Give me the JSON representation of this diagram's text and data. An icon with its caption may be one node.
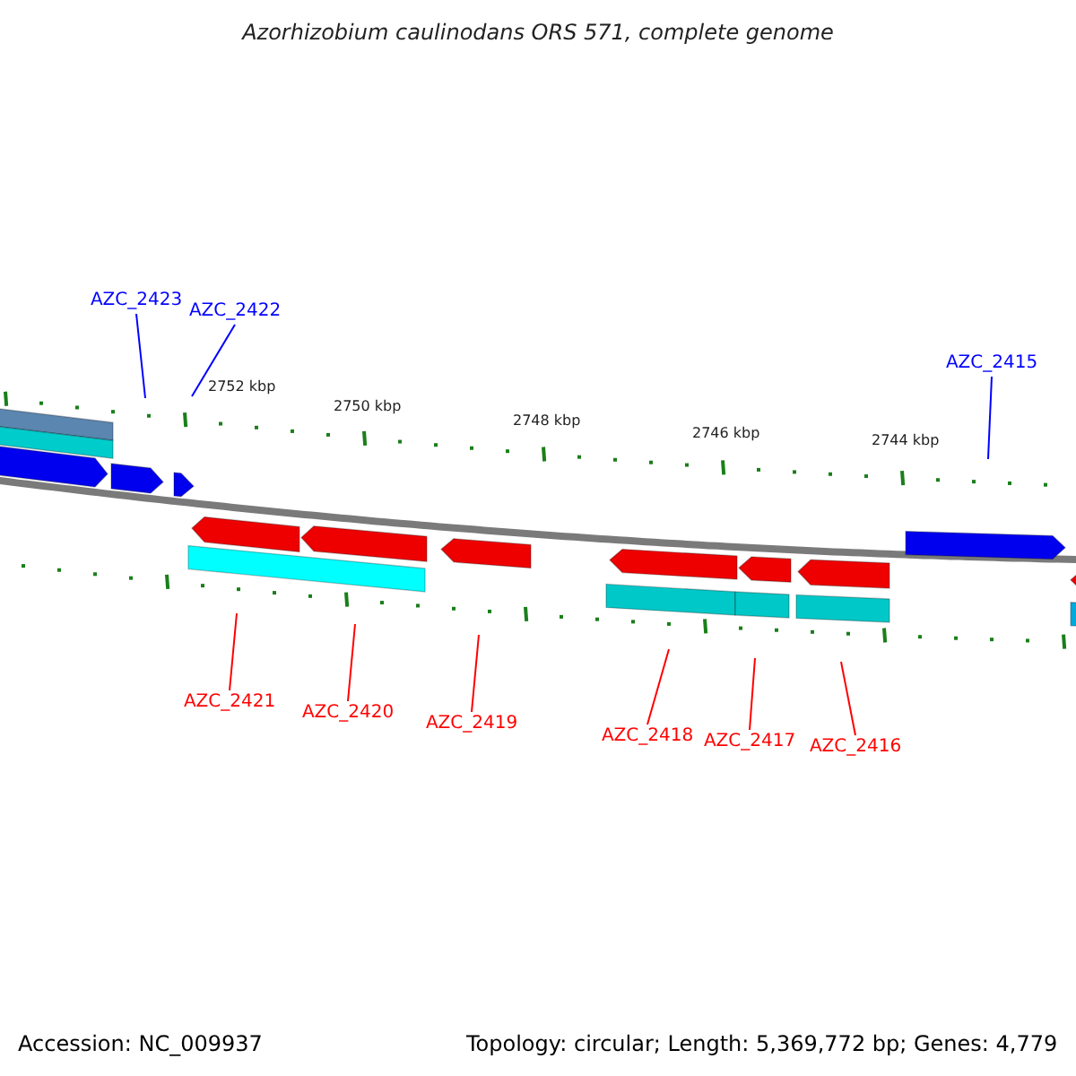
{
  "diagram": {
    "title": "Azorhizobium caulinodans ORS 571, complete genome",
    "nodes": [
      {
        "text": [
          "AZC_2423"
        ]
      },
      {
        "text": [
          "AZC_2422"
        ]
      },
      {
        "text": [
          "AZC_2415"
        ]
      },
      {
        "text": [
          "AZC_2421"
        ]
      },
      {
        "text": [
          "AZC_2420"
        ]
      },
      {
        "text": [
          "AZC_2419"
        ]
      },
      {
        "text": [
          "AZC_2418"
        ]
      },
      {
        "text": [
          "AZC_2417"
        ]
      },
      {
        "text": [
          "AZC_2416"
        ]
      }
    ],
    "edges": [
      {
        "from": 0,
        "to": null,
        "arrow": "none",
        "color": "#0000ff"
      },
      {
        "from": 1,
        "to": null,
        "arrow": "none",
        "color": "#0000ff"
      },
      {
        "from": 2,
        "to": null,
        "arrow": "none",
        "color": "#0000ff"
      },
      {
        "from": 3,
        "to": null,
        "arrow": "none"
      },
      {
        "from": 4,
        "to": null,
        "arrow": "none"
      },
      {
        "from": 5,
        "to": null,
        "arrow": "none"
      },
      {
        "from": 6,
        "to": null,
        "arrow": "none"
      },
      {
        "from": 7,
        "to": null,
        "arrow": "none"
      },
      {
        "from": 8,
        "to": null,
        "arrow": "none"
      }
    ],
    "labels": [
      "2752 kbp",
      "2750 kbp",
      "2748 kbp",
      "2746 kbp",
      "2744 kbp",
      "Accession: NC_009937",
      "Topology: circular; Length: 5,369,772 bp; Genes: 4,779"
    ]
  }
}
